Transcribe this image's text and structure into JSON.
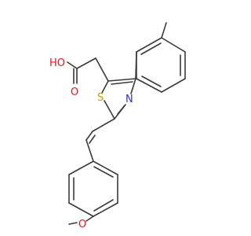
{
  "molecule": {
    "colors": {
      "bond": "#3a3a3a",
      "carbon": "#3a3a3a",
      "oxygen": "#e8141c",
      "nitrogen": "#2a2aff",
      "sulfur": "#c8a000"
    },
    "atoms": {
      "oh_oxygen": "HO",
      "carbonyl_oxygen": "O",
      "thiazole_sulfur": "S",
      "thiazole_nitrogen": "N",
      "methoxy_oxygen": "O"
    }
  }
}
